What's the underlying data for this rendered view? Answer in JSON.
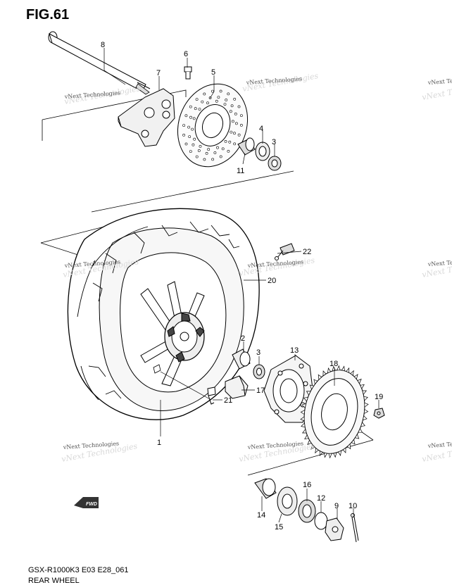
{
  "figure": {
    "title": "FIG.61",
    "model_code": "GSX-R1000K3 E03 E28_061",
    "section_name": "REAR WHEEL"
  },
  "watermark": {
    "text": "vNext Technologies"
  },
  "fwd_arrow": {
    "label": "FWD"
  },
  "callouts": [
    {
      "number": "1"
    },
    {
      "number": "2"
    },
    {
      "number": "3"
    },
    {
      "number": "3"
    },
    {
      "number": "4"
    },
    {
      "number": "5"
    },
    {
      "number": "6"
    },
    {
      "number": "7"
    },
    {
      "number": "8"
    },
    {
      "number": "9"
    },
    {
      "number": "10"
    },
    {
      "number": "11"
    },
    {
      "number": "12"
    },
    {
      "number": "13"
    },
    {
      "number": "14"
    },
    {
      "number": "15"
    },
    {
      "number": "16"
    },
    {
      "number": "17"
    },
    {
      "number": "18"
    },
    {
      "number": "19"
    },
    {
      "number": "20"
    },
    {
      "number": "21"
    },
    {
      "number": "22"
    }
  ]
}
